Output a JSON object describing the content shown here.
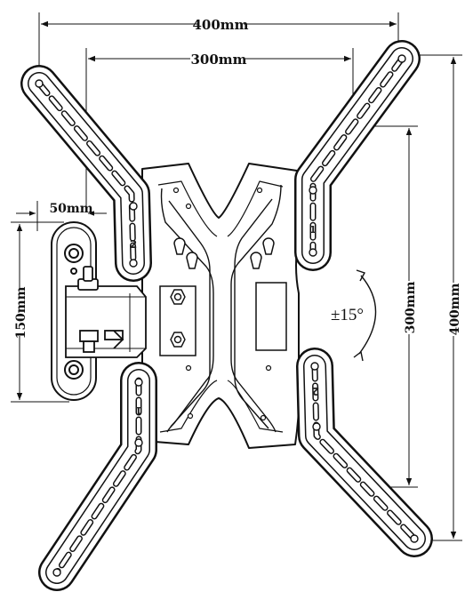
{
  "dimensions": {
    "top_outer": "400mm",
    "top_inner": "300mm",
    "arm_offset": "50mm",
    "wall_plate_height": "150mm",
    "right_inner": "300mm",
    "right_outer": "400mm"
  },
  "rotation": {
    "label": "±15°"
  },
  "arm_numbers": {
    "upper_left": "2",
    "lower_left": "1",
    "upper_right": "1",
    "lower_right": "2"
  },
  "colors": {
    "line": "#111111",
    "background": "#ffffff"
  }
}
